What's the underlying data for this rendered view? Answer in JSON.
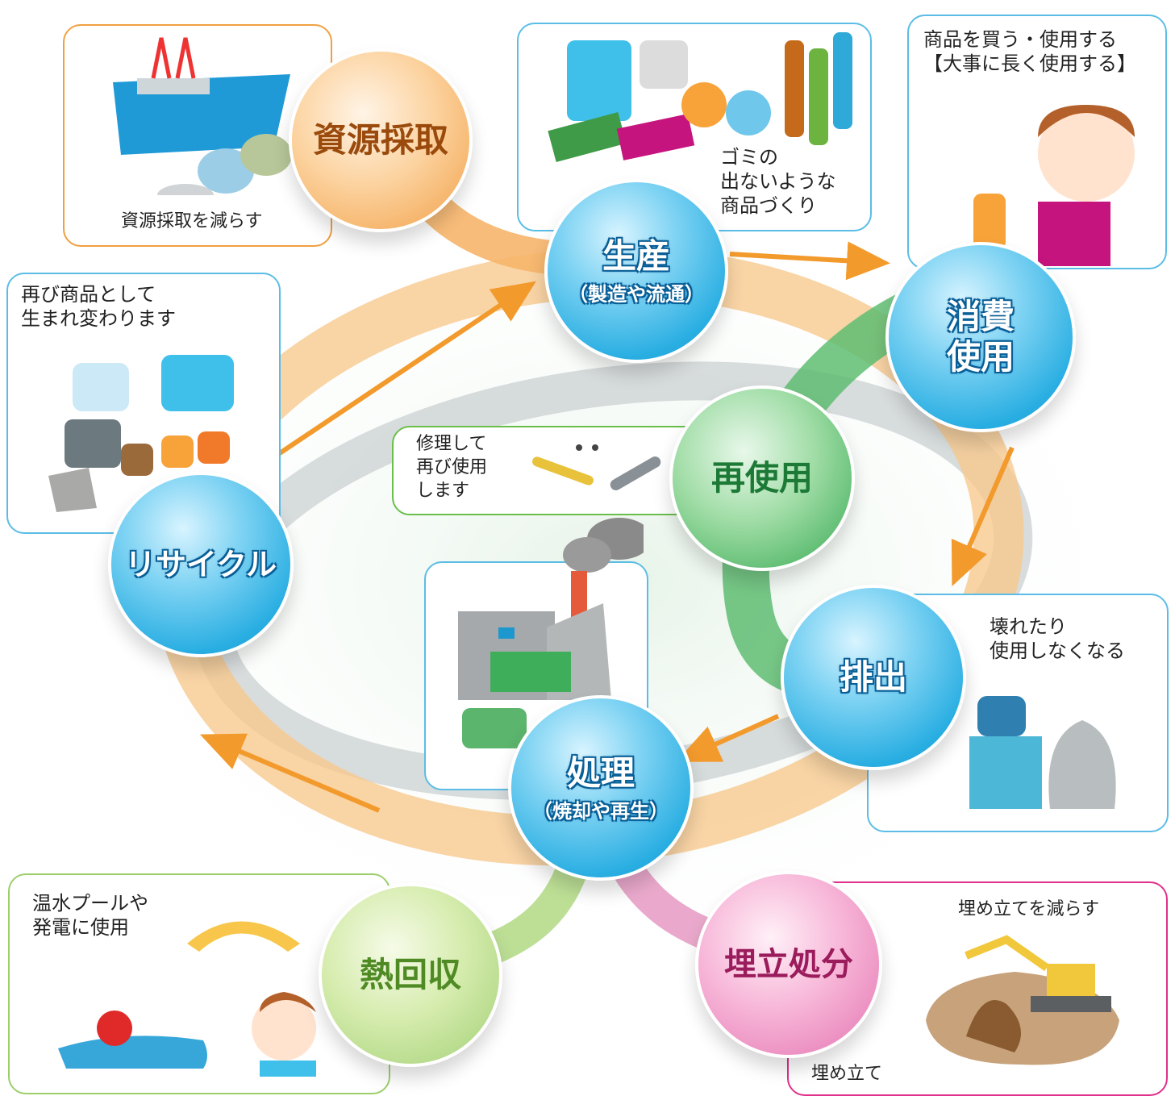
{
  "colors": {
    "blue": "#29aee2",
    "orange": "#f39a2d",
    "green": "#3fae5a",
    "lime": "#9ccf6a",
    "pink": "#e0308a",
    "gray": "#bfc4c6"
  },
  "nodes": {
    "resource": {
      "label": "資源採取"
    },
    "production": {
      "label": "生産",
      "sub": "（製造や流通）"
    },
    "consumption": {
      "label": "消費\n使用"
    },
    "reuse": {
      "label": "再使用"
    },
    "discharge": {
      "label": "排出"
    },
    "treatment": {
      "label": "処理",
      "sub": "（焼却や再生）"
    },
    "recycle": {
      "label": "リサイクル"
    },
    "heat": {
      "label": "熱回収"
    },
    "landfill": {
      "label": "埋立処分"
    }
  },
  "panels": {
    "resource": {
      "caption": "資源採取を減らす",
      "icon": "oil-rig-and-tanks-icon"
    },
    "production": {
      "caption": "ゴミの\n出ないような\n商品づくり",
      "icon": "products-icon"
    },
    "consumption": {
      "caption": "商品を買う・使用する\n【大事に長く使用する】",
      "icon": "girl-reading-icon"
    },
    "recycle": {
      "caption": "再び商品として\n生まれ変わります",
      "icon": "recycled-goods-icon"
    },
    "reuse": {
      "caption": "修理して\n再び使用\nします",
      "icon": "tools-icon"
    },
    "factory": {
      "icon": "incineration-plant-icon"
    },
    "discharge": {
      "caption": "壊れたり\n使用しなくなる",
      "icon": "garbage-bag-icon"
    },
    "heat": {
      "caption": "温水プールや\n発電に使用",
      "icon": "swimming-pool-icon"
    },
    "landfill": {
      "caption": "埋め立てを減らす",
      "caption2": "埋め立て",
      "icon": "excavator-icon"
    }
  }
}
